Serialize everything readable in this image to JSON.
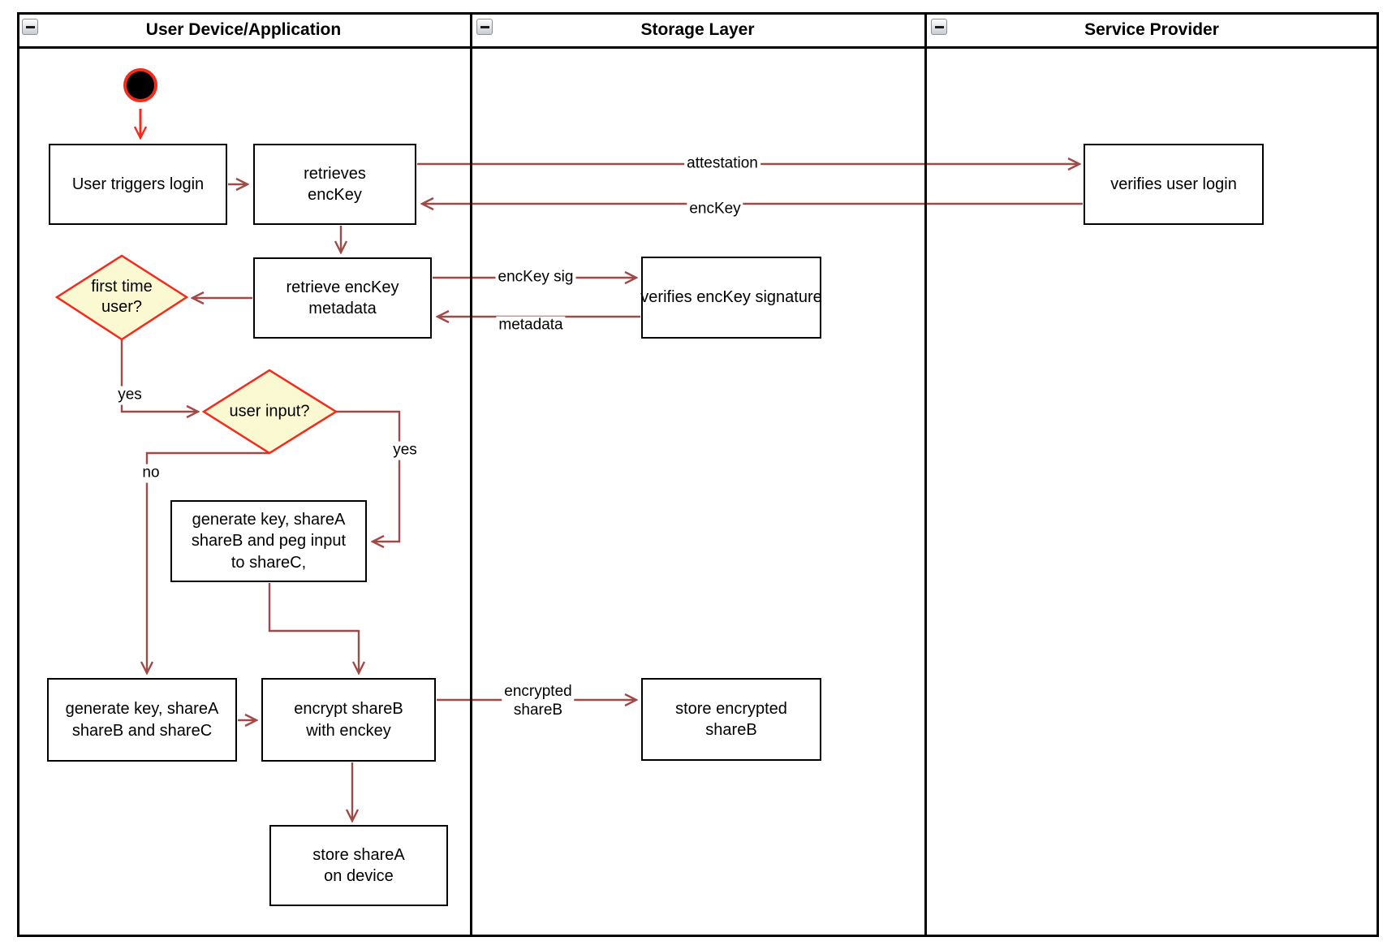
{
  "lanes": [
    {
      "title": "User Device/Application"
    },
    {
      "title": "Storage Layer"
    },
    {
      "title": "Service Provider"
    }
  ],
  "nodes": {
    "start": {
      "type": "initial-state"
    },
    "user_triggers_login": {
      "label": "User triggers login"
    },
    "retrieves_enckey": {
      "label": "retrieves\nencKey"
    },
    "retrieve_enckey_metadata": {
      "label": "retrieve encKey\nmetadata"
    },
    "verifies_enckey_signature": {
      "label": "verifies encKey signature"
    },
    "generate_key_peg_input": {
      "label": "generate key, shareA\nshareB and peg input\nto shareC,"
    },
    "generate_key_sharec": {
      "label": "generate key, shareA\nshareB and shareC"
    },
    "encrypt_shareb": {
      "label": "encrypt shareB\nwith enckey"
    },
    "store_encrypted_shareb": {
      "label": "store encrypted\nshareB"
    },
    "store_sharea": {
      "label": "store shareA\non device"
    },
    "verifies_user_login": {
      "label": "verifies user login"
    }
  },
  "decisions": {
    "first_time_user": {
      "label": "first time\nuser?"
    },
    "user_input": {
      "label": "user input?"
    }
  },
  "edge_labels": {
    "attestation": "attestation",
    "enckey": "encKey",
    "enckey_sig": "encKey sig",
    "metadata": "metadata",
    "encrypted_shareb": "encrypted\nshareB",
    "yes_first_time": "yes",
    "yes_user_input": "yes",
    "no_user_input": "no"
  },
  "colors": {
    "edge_brown": "#9E4B47",
    "edge_red": "#F42A1C",
    "decision_fill": "#FBF9D2",
    "decision_stroke": "#F42A1C",
    "node_border": "#000000",
    "lane_border": "#000000"
  }
}
